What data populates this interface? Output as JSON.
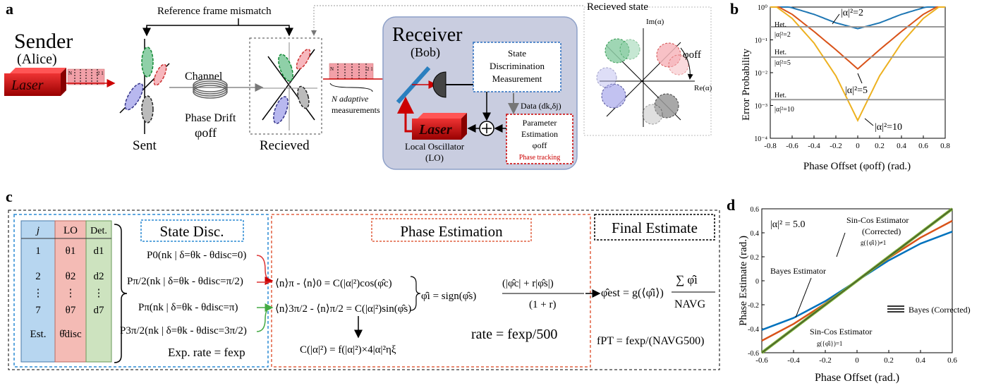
{
  "panels": {
    "a": "a",
    "b": "b",
    "c": "c",
    "d": "d"
  },
  "panel_a": {
    "sender": "Sender",
    "alice": "(Alice)",
    "laser": "Laser",
    "pulse_n": "N",
    "pulse_21": ":2 1",
    "ref_mismatch": "Reference frame mismatch",
    "sent": "Sent",
    "channel": "Channel",
    "phase_drift": "Phase Drift",
    "phi_off": "φoff",
    "received": "Recieved",
    "n_adaptive_1": "N adaptive",
    "n_adaptive_2": "measurements",
    "receiver": "Receiver",
    "bob": "(Bob)",
    "sdm_1": "State",
    "sdm_2": "Discrimination",
    "sdm_3": "Measurement",
    "data": "Data (dk,δj)",
    "pe_1": "Parameter",
    "pe_2": "Estimation",
    "pe_3": "φoff",
    "phase_tracking": "Phase tracking",
    "lo_laser": "Laser",
    "lo_1": "Local Oscillator",
    "lo_2": "(LO)",
    "received_state": "Recieved state",
    "im": "Im(α)",
    "re": "Re(α)",
    "phi_off2": "φoff"
  },
  "panel_b": {
    "ylabel": "Error Probability",
    "xlabel": "Phase Offset (φoff) (rad.)",
    "het": "Het.",
    "het2": "|α|²=2",
    "het5": "|α|²=5",
    "het10": "|α|²=10",
    "lab2": "|α|²=2",
    "lab5": "|α|²=5",
    "lab10": "|α|²=10"
  },
  "panel_c": {
    "col_j": "j",
    "col_lo": "LO",
    "col_det": "Det.",
    "rows": [
      {
        "j": "1",
        "lo": "θ1",
        "det": "d1"
      },
      {
        "j": "2",
        "lo": "θ2",
        "det": "d2"
      },
      {
        "j": "⋮",
        "lo": "⋮",
        "det": "⋮"
      },
      {
        "j": "7",
        "lo": "θ7",
        "det": "d7"
      },
      {
        "j": "Est.",
        "lo": "θ̂disc",
        "det": ""
      }
    ],
    "state_disc": "State Disc.",
    "phase_est": "Phase Estimation",
    "final_est": "Final Estimate",
    "p0": "P0(nk | δ=θk - θdisc=0)",
    "ppi2": "Pπ/2(nk | δ=θk - θdisc=π/2)",
    "ppi": "Pπ(nk | δ=θk - θdisc=π)",
    "p3pi2": "P3π/2(nk | δ=θk - θdisc=3π/2)",
    "exp_rate": "Exp. rate = fexp",
    "eq_cos": "⟨n⟩π - ⟨n⟩0 = C(|α|²)cos(φ̂c)",
    "eq_sin": "⟨n⟩3π/2 - ⟨n⟩π/2 = C(|α|²)sin(φ̂s)",
    "eq_c": "C(|α|²) = f(|α|²)×4|α|²ηξ",
    "eq_phi": "φ̂i = sign(φ̂s)",
    "eq_frac_num": "(|φ̂c| + r|φ̂s|)",
    "eq_frac_den": "(1 + r)",
    "rate": "rate = fexp/500",
    "eq_final": "φ̂est = g(⟨φ̂i⟩)",
    "eq_sum": "∑ φ̂i",
    "eq_navg": "NAVG",
    "fpt": "fPT = fexp/(NAVG500)"
  },
  "panel_d": {
    "ylabel": "Phase Estimate (rad.)",
    "xlabel": "Phase Offset (rad.)",
    "alpha": "|α|² = 5.0",
    "sincos": "Sin-Cos Estimator",
    "corrected": "(Corrected)",
    "g_ne": "g({φ̂i})≠1",
    "bayes": "Bayes Estimator",
    "bayes_corr": "Bayes (Corrected)",
    "sincos2": "Sin-Cos Estimator",
    "g_eq": "g({φ̂i})=1"
  },
  "chart_data": [
    {
      "type": "line",
      "xlabel": "Phase Offset (φoff) (rad.)",
      "ylabel": "Error Probability",
      "xlim": [
        -0.8,
        0.8
      ],
      "ylim": [
        0.0001,
        1
      ],
      "yscale": "log",
      "x_ticks": [
        "-0.8",
        "-0.6",
        "-0.4",
        "-0.2",
        "0",
        "0.2",
        "0.4",
        "0.6",
        "0.8"
      ],
      "y_ticks": [
        "10⁰",
        "10⁻¹",
        "10⁻²",
        "10⁻³",
        "10⁻⁴"
      ],
      "series": [
        {
          "name": "|α|²=2",
          "color": "#1f77b4",
          "x": [
            -0.8,
            -0.6,
            -0.4,
            -0.2,
            0,
            0.2,
            0.4,
            0.6,
            0.8
          ],
          "y": [
            1.4,
            0.95,
            0.6,
            0.33,
            0.22,
            0.33,
            0.6,
            0.95,
            1.4
          ]
        },
        {
          "name": "|α|²=5",
          "color": "#d95319",
          "x": [
            -0.8,
            -0.6,
            -0.4,
            -0.2,
            0,
            0.2,
            0.4,
            0.6,
            0.8
          ],
          "y": [
            1.4,
            0.6,
            0.18,
            0.05,
            0.013,
            0.05,
            0.18,
            0.6,
            1.4
          ]
        },
        {
          "name": "|α|²=10",
          "color": "#edb120",
          "x": [
            -0.8,
            -0.6,
            -0.4,
            -0.2,
            0,
            0.2,
            0.4,
            0.6,
            0.8
          ],
          "y": [
            1.4,
            0.45,
            0.08,
            0.008,
            0.00035,
            0.008,
            0.08,
            0.45,
            1.4
          ]
        },
        {
          "name": "Het. |α|²=2",
          "color": "#999999",
          "x": [
            -0.8,
            0.8
          ],
          "y": [
            0.25,
            0.25
          ]
        },
        {
          "name": "Het. |α|²=5",
          "color": "#999999",
          "x": [
            -0.8,
            0.8
          ],
          "y": [
            0.03,
            0.03
          ]
        },
        {
          "name": "Het. |α|²=10",
          "color": "#999999",
          "x": [
            -0.8,
            0.8
          ],
          "y": [
            0.0015,
            0.0015
          ]
        }
      ]
    },
    {
      "type": "line",
      "xlabel": "Phase Offset (rad.)",
      "ylabel": "Phase Estimate (rad.)",
      "xlim": [
        -0.6,
        0.6
      ],
      "ylim": [
        -0.6,
        0.6
      ],
      "x_ticks": [
        "-0.6",
        "-0.4",
        "-0.2",
        "0",
        "0.2",
        "0.4",
        "0.6"
      ],
      "y_ticks": [
        "0.6",
        "0.4",
        "0.2",
        "0",
        "-0.2",
        "-0.4",
        "-0.6"
      ],
      "series": [
        {
          "name": "Bayes Estimator",
          "color": "#0072bd",
          "x": [
            -0.6,
            -0.4,
            -0.2,
            0,
            0.2,
            0.4,
            0.6
          ],
          "y": [
            -0.41,
            -0.31,
            -0.17,
            0,
            0.17,
            0.31,
            0.41
          ]
        },
        {
          "name": "Sin-Cos Estimator",
          "color": "#d95319",
          "x": [
            -0.6,
            -0.4,
            -0.2,
            0,
            0.2,
            0.4,
            0.6
          ],
          "y": [
            -0.5,
            -0.36,
            -0.19,
            0,
            0.19,
            0.36,
            0.5
          ]
        },
        {
          "name": "Sin-Cos Estimator (Corrected)",
          "color": "#77ac30",
          "x": [
            -0.6,
            -0.4,
            -0.2,
            0,
            0.2,
            0.4,
            0.6
          ],
          "y": [
            -0.6,
            -0.4,
            -0.2,
            0,
            0.2,
            0.4,
            0.6
          ]
        },
        {
          "name": "Bayes (Corrected)",
          "color": "#333333",
          "x": [
            -0.6,
            -0.4,
            -0.2,
            0,
            0.2,
            0.4,
            0.6
          ],
          "y": [
            -0.6,
            -0.4,
            -0.2,
            0,
            0.2,
            0.4,
            0.6
          ]
        }
      ]
    }
  ]
}
